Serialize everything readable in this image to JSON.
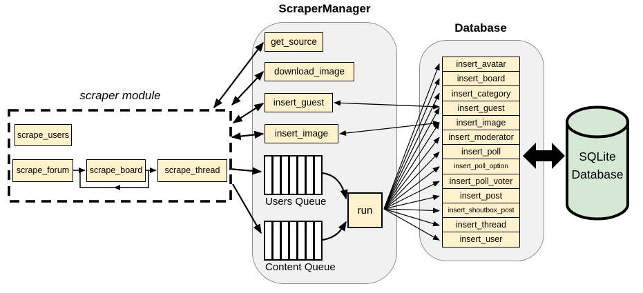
{
  "scraper_module": {
    "label": "scraper module",
    "boxes": [
      "scrape_users",
      "scrape_forum",
      "scrape_board",
      "scrape_thread"
    ]
  },
  "scraper_manager": {
    "title": "ScraperManager",
    "methods": [
      "get_source",
      "download_image",
      "insert_guest",
      "insert_image"
    ],
    "queues": [
      "Users Queue",
      "Content Queue"
    ],
    "run_label": "run"
  },
  "database": {
    "title": "Database",
    "methods": [
      "insert_avatar",
      "insert_board",
      "insert_category",
      "insert_guest",
      "insert_image",
      "insert_moderator",
      "insert_poll",
      "insert_poll_option",
      "insert_poll_voter",
      "insert_post",
      "insert_shoutbox_post",
      "insert_thread",
      "insert_user"
    ]
  },
  "sqlite": {
    "label": "SQLite Database",
    "lines": [
      "SQLite",
      "Database"
    ]
  },
  "colors": {
    "node_fill": "#FFF2CC",
    "node_border": "#000000",
    "container_fill": "#F1F1F1",
    "container_border": "#8C8C8C",
    "cylinder_fill": "#D5E8D4",
    "line": "#000000"
  },
  "edges": [
    {
      "from": "scraper module",
      "to": "get_source",
      "type": "bidirectional"
    },
    {
      "from": "scraper module",
      "to": "download_image",
      "type": "bidirectional"
    },
    {
      "from": "scraper module",
      "to": "insert_guest",
      "type": "bidirectional"
    },
    {
      "from": "scraper module",
      "to": "insert_image",
      "type": "bidirectional"
    },
    {
      "from": "scrape_forum",
      "to": "scrape_board",
      "type": "directed"
    },
    {
      "from": "scrape_board",
      "to": "scrape_thread",
      "type": "directed"
    },
    {
      "from": "scrape_board output",
      "to": "scrape_board input",
      "type": "loop-back"
    },
    {
      "from": "scrape_thread",
      "to": "Users Queue",
      "type": "directed"
    },
    {
      "from": "scraper module",
      "to": "Content Queue",
      "type": "directed"
    },
    {
      "from": "Users Queue",
      "to": "run",
      "type": "directed"
    },
    {
      "from": "Content Queue",
      "to": "run",
      "type": "directed"
    },
    {
      "from": "insert_guest (ScraperManager)",
      "to": "insert_guest (Database)",
      "type": "bidirectional"
    },
    {
      "from": "insert_image (ScraperManager)",
      "to": "insert_image (Database)",
      "type": "bidirectional"
    },
    {
      "from": "run",
      "to": "every Database insert_* method",
      "type": "directed-fan"
    },
    {
      "from": "Database",
      "to": "SQLite Database",
      "type": "thick-bidirectional"
    }
  ]
}
